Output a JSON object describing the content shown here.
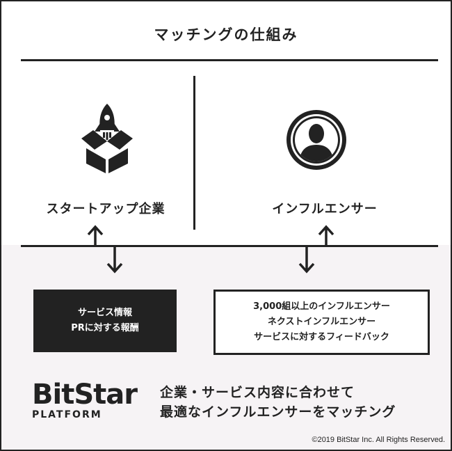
{
  "title": "マッチングの仕組み",
  "left": {
    "label": "スタートアップ企業",
    "icon": "rocket-box-icon",
    "box_lines": [
      "サービス情報",
      "PRに対する報酬"
    ]
  },
  "right": {
    "label": "インフルエンサー",
    "icon": "person-avatar-icon",
    "box_lines": [
      "3,000組以上のインフルエンサー",
      "ネクストインフルエンサー",
      "サービスに対するフィードバック"
    ]
  },
  "logo": {
    "main": "BitStar",
    "sub": "PLATFORM"
  },
  "tagline": [
    "企業・サービス内容に合わせて",
    "最適なインフルエンサーをマッチング"
  ],
  "copyright": "©2019 BitStar Inc. All Rights Reserved.",
  "colors": {
    "dark": "#222222",
    "bottom_bg": "#f6f3f5",
    "white": "#ffffff"
  }
}
